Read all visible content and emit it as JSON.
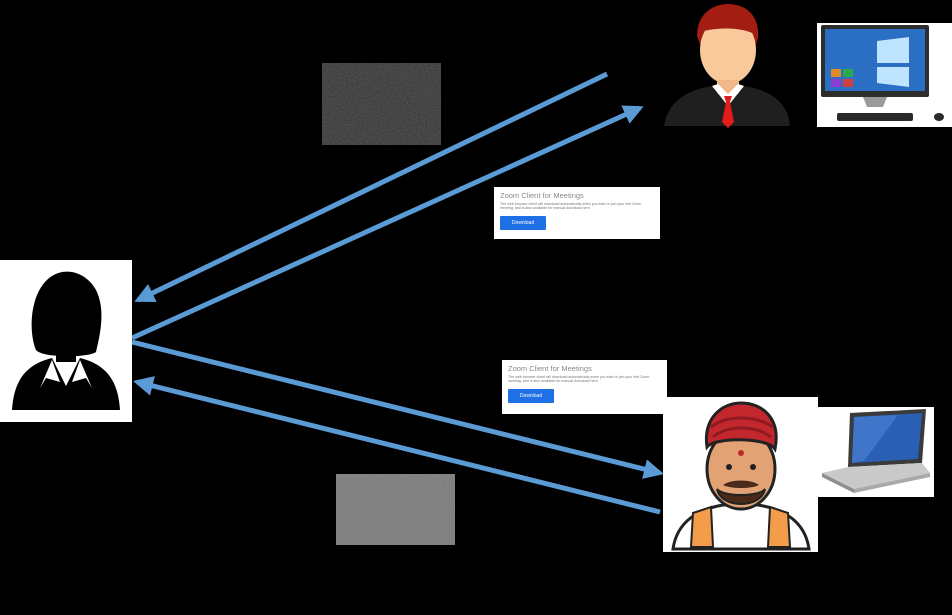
{
  "scene": {
    "background": "#000000",
    "arrow_color": "#5b9bd5"
  },
  "nodes": {
    "woman": {
      "icon": "businesswoman-icon"
    },
    "manager": {
      "icon": "businessman-red-tie-icon"
    },
    "desktop": {
      "icon": "desktop-computer-icon"
    },
    "turban_man": {
      "icon": "man-with-turban-icon"
    },
    "laptop": {
      "icon": "laptop-icon"
    }
  },
  "noise_images": [
    {
      "name": "dark-noise-image"
    },
    {
      "name": "gray-noise-image"
    }
  ],
  "zoom_cards": [
    {
      "title": "Zoom Client for Meetings",
      "description": "The web browser client will download automatically when you start or join your first Zoom meeting, and is also available for manual download here.",
      "button_label": "Download",
      "button_color": "#1f6fe6"
    },
    {
      "title": "Zoom Client for Meetings",
      "description": "The web browser client will download automatically when you start or join your first Zoom meeting, and is also available for manual download here.",
      "button_label": "Download",
      "button_color": "#1f6fe6"
    }
  ]
}
